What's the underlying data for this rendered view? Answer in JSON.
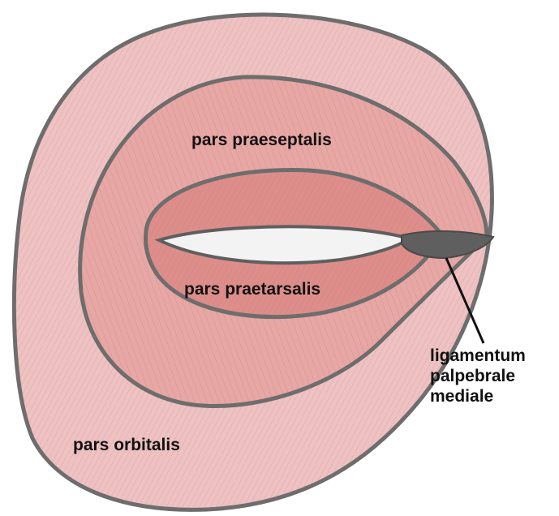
{
  "labels": {
    "pars_praeseptalis": "pars praeseptalis",
    "pars_praetarsalis": "pars praetarsalis",
    "pars_orbitalis": "pars orbitalis",
    "ligamentum_lines": [
      "ligamentum",
      "palpebrale",
      "mediale"
    ]
  },
  "colors": {
    "muscle_fill": "#eec2c2",
    "muscle_fill_inner": "#e7a7a4",
    "muscle_fill_deep": "#dd8e8a",
    "outline": "#6d6d6d",
    "ligament": "#5f5f5f",
    "text": "#111111"
  }
}
